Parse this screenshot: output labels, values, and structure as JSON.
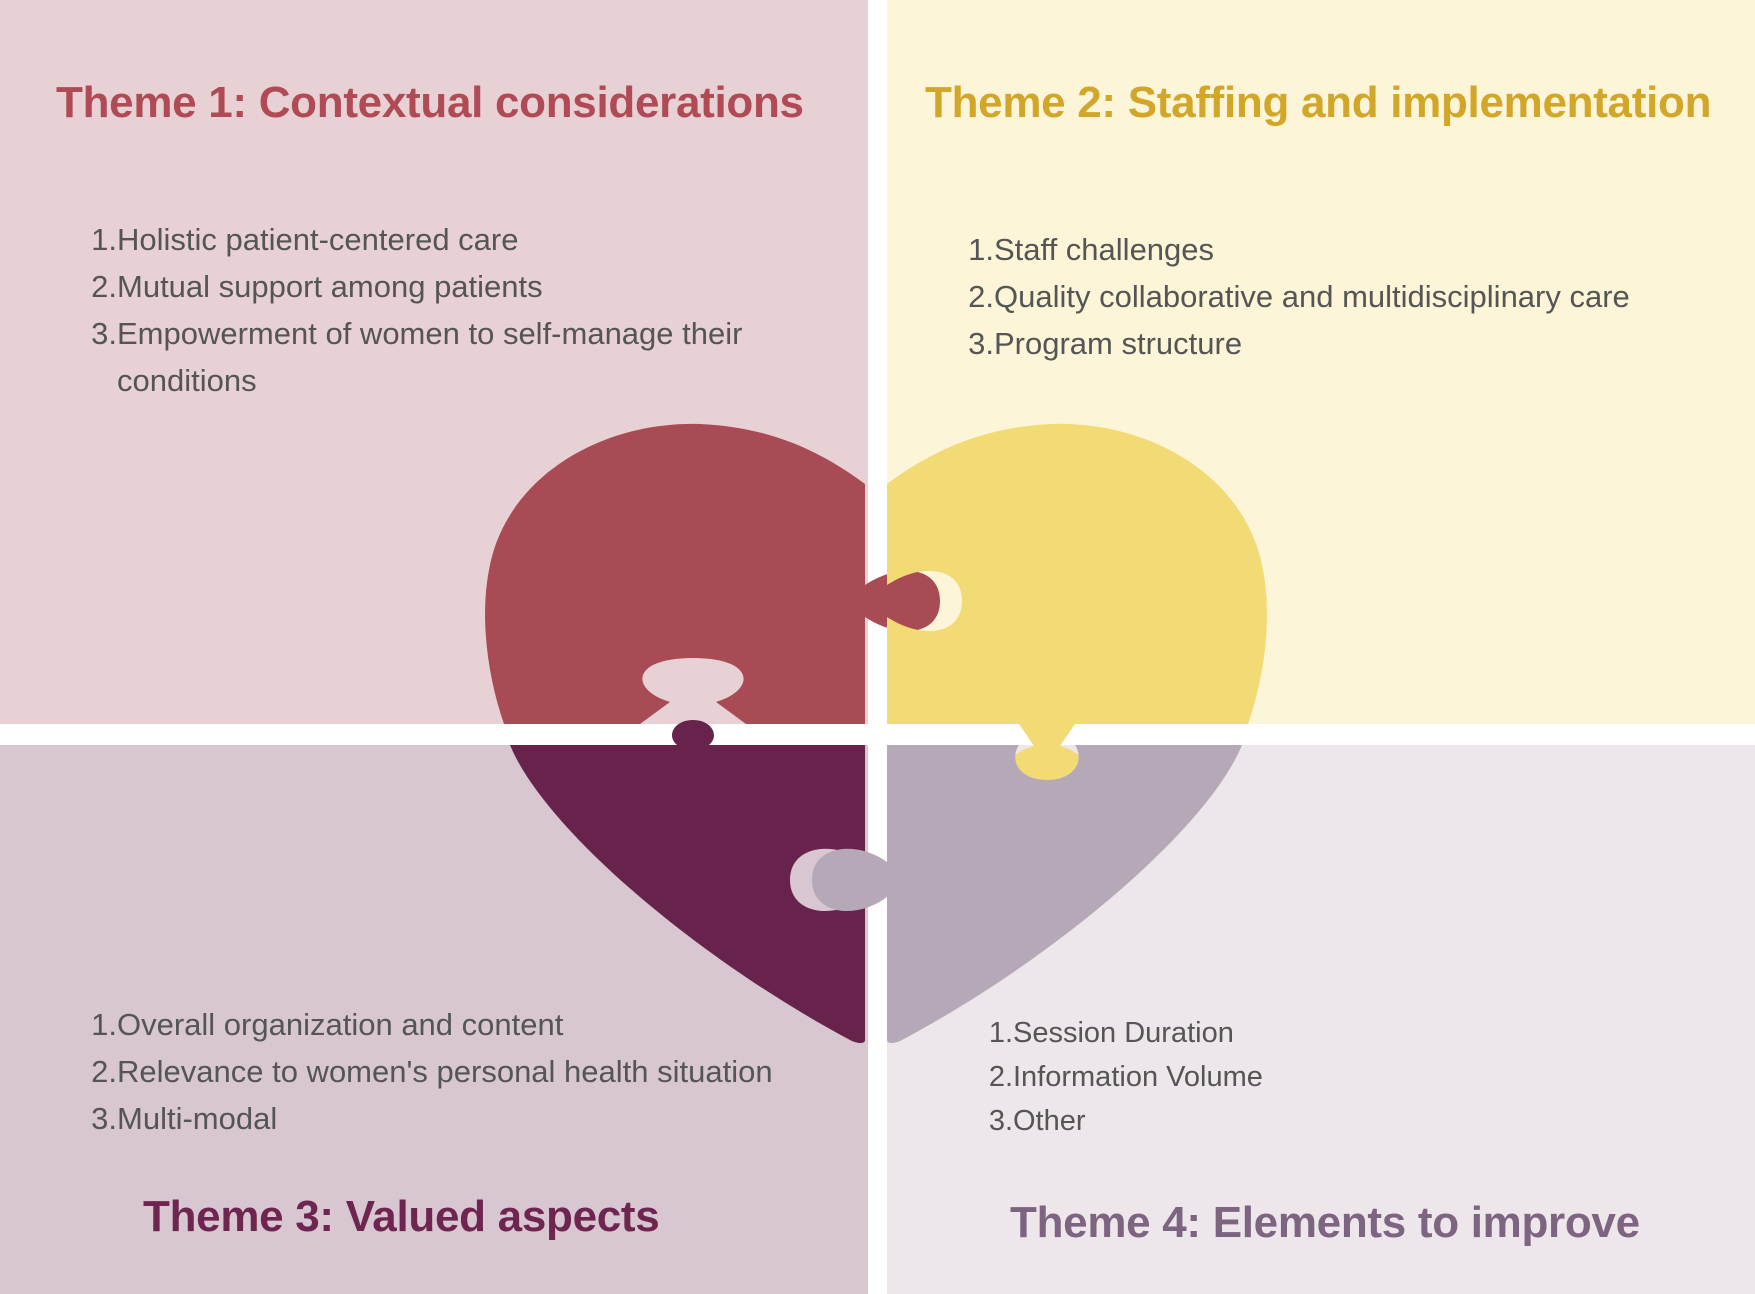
{
  "themes": {
    "theme1": {
      "title": "Theme 1: Contextual considerations",
      "color": "#b04a55",
      "items": [
        {
          "num": "1.",
          "text": "Holistic patient-centered care"
        },
        {
          "num": "2.",
          "text": "Mutual support among patients"
        },
        {
          "num": "3.",
          "text": "Empowerment of women to self-manage their conditions"
        }
      ]
    },
    "theme2": {
      "title": "Theme 2: Staffing and implementation",
      "color": "#d2a628",
      "items": [
        {
          "num": "1.",
          "text": "Staff challenges"
        },
        {
          "num": "2.",
          "text": "Quality collaborative and multidisciplinary care"
        },
        {
          "num": "3.",
          "text": "Program structure"
        }
      ]
    },
    "theme3": {
      "title": "Theme 3: Valued aspects",
      "color": "#6e2651",
      "items": [
        {
          "num": "1.",
          "text": "Overall organization and content"
        },
        {
          "num": "2.",
          "text": "Relevance to women's personal health situation"
        },
        {
          "num": "3.",
          "text": "Multi-modal"
        }
      ]
    },
    "theme4": {
      "title": "Theme 4: Elements to improve",
      "color": "#7d6480",
      "items": [
        {
          "num": "1.",
          "text": "Session Duration"
        },
        {
          "num": "2.",
          "text": "Information Volume"
        },
        {
          "num": "3.",
          "text": "Other"
        }
      ]
    }
  },
  "colors": {
    "q1_background": "#e8d1d5",
    "q2_background": "#fcf5d7",
    "q3_background": "#d8c6d1",
    "q4_background": "#ede6ea",
    "heart_piece_1": "#a84b54",
    "heart_piece_2": "#f2da74",
    "heart_piece_3": "#67234c",
    "heart_piece_4": "#b6a9b7",
    "list_text": "#555555"
  },
  "icons": [
    "heart-puzzle"
  ]
}
